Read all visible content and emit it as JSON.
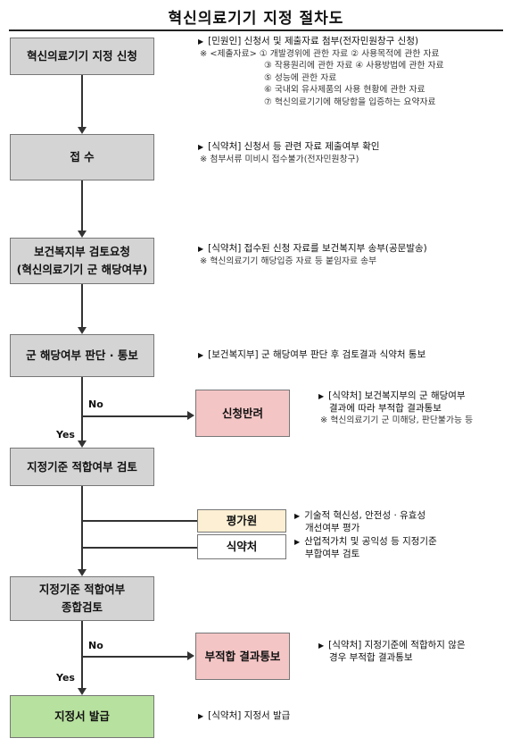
{
  "title": "혁신의료기기 지정 절차도",
  "steps": {
    "apply": "혁신의료기기 지정 신청",
    "receive": "접 수",
    "review_request_1": "보건복지부 검토요청",
    "review_request_2": "(혁신의료기기 군 해당여부)",
    "judge": "군 해당여부 판단 · 통보",
    "reject": "신청반려",
    "criteria_review": "지정기준 적합여부 검토",
    "evaluator": "평가원",
    "mfds": "식약처",
    "overall_1": "지정기준 적합여부",
    "overall_2": "종합검토",
    "nonconform": "부적합 결과통보",
    "issue": "지정서 발급"
  },
  "edges": {
    "no": "No",
    "yes": "Yes"
  },
  "notes": {
    "apply": {
      "main": "[민원인] 신청서 및 제출자료 첨부(전자민원창구 신청)",
      "items": [
        "※ <제출자료> ① 개발경위에 관한 자료  ② 사용목적에 관한 자료",
        "③ 작용원리에 관한 자료  ④ 사용방법에 관한 자료",
        "⑤ 성능에 관한 자료",
        "⑥ 국내외 유사제품의 사용 현황에 관한 자료",
        "⑦ 혁신의료기기에 해당함을 입증하는 요약자료"
      ]
    },
    "receive": {
      "main": "[식약처] 신청서 등 관련 자료 제출여부 확인",
      "sub": "※ 첨부서류 미비시 접수불가(전자민원창구)"
    },
    "review": {
      "main": "[식약처] 접수된 신청 자료를 보건복지부 송부(공문발송)",
      "sub": "※ 혁신의료기기 해당입증 자료 등 붙임자료 송부"
    },
    "judge": {
      "main": "[보건복지부] 군 해당여부 판단 후 검토결과 식약처 통보"
    },
    "reject": {
      "main": "[식약처] 보건복지부의 군 해당여부",
      "main2": "결과에 따라 부적합 결과통보",
      "sub": "※ 혁신의료기기 군 미해당, 판단불가능 등"
    },
    "evaluator": {
      "main": "기술적 혁신성, 안전성 · 유효성",
      "main2": "개선여부 평가"
    },
    "mfds": {
      "main": "산업적가치 및 공익성 등 지정기준",
      "main2": "부합여부 검토"
    },
    "nonconform": {
      "main": "[식약처] 지정기준에 적합하지 않은",
      "main2": "경우 부적합 결과통보"
    },
    "issue": {
      "main": "[식약처] 지정서 발급"
    }
  }
}
